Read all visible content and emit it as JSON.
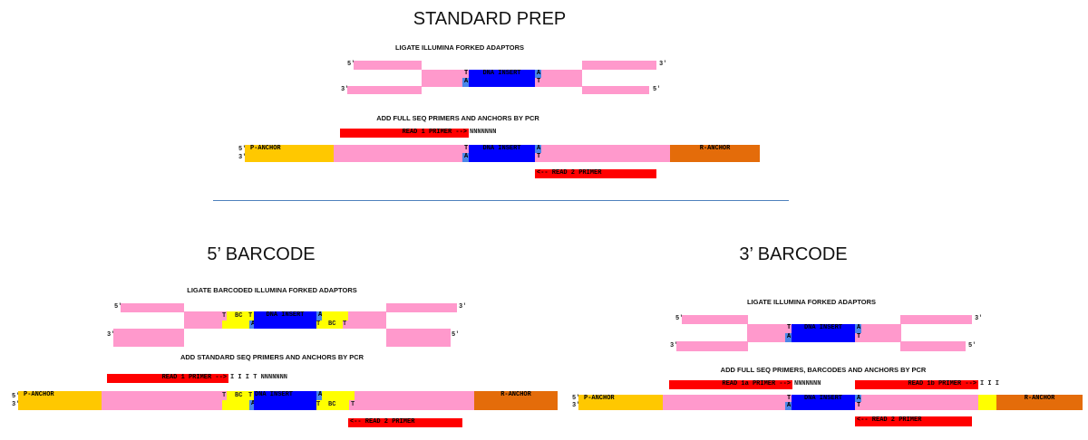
{
  "colors": {
    "adaptor": "#FF99CC",
    "insert": "#0000FF",
    "overhang": "#4A86E8",
    "barcode": "#FFFF00",
    "p_anchor": "#FFC800",
    "r_anchor": "#E46C0A",
    "primer": "#FF0000",
    "divider": "#4F81BD"
  },
  "labels": {
    "five": "5'",
    "three": "3'",
    "T": "T",
    "A": "A",
    "BC": "BC",
    "insert": "DNA INSERT",
    "p_anchor": "P-ANCHOR",
    "r_anchor": "R-ANCHOR"
  },
  "standard": {
    "title": "STANDARD PREP",
    "step1": "LIGATE ILLUMINA FORKED ADAPTORS",
    "step2": "ADD FULL SEQ PRIMERS AND ANCHORS BY PCR",
    "read1": "READ 1 PRIMER -->",
    "read1_tail": "NNNNNNN",
    "read2": "<-- READ 2 PRIMER"
  },
  "bc5": {
    "title": "5’ BARCODE",
    "step1": "LIGATE BARCODED ILLUMINA FORKED ADAPTORS",
    "step2": "ADD STANDARD SEQ PRIMERS AND ANCHORS BY PCR",
    "read1": "READ 1 PRIMER -->",
    "read1_tail": "I I I T NNNNNNN",
    "read2": "<-- READ 2 PRIMER"
  },
  "bc3": {
    "title": "3’ BARCODE",
    "step1": "LIGATE ILLUMINA FORKED ADAPTORS",
    "step2": "ADD FULL SEQ PRIMERS, BARCODES AND ANCHORS BY PCR",
    "read1a": "READ 1a PRIMER -->",
    "read1a_tail": "NNNNNNN",
    "read1b": "READ 1b PRIMER -->",
    "read1b_tail": "I I I",
    "read2": "<-- READ 2 PRIMER"
  }
}
